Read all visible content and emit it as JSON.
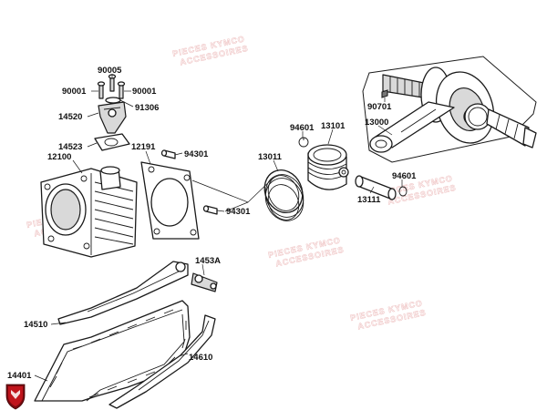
{
  "colors": {
    "stroke": "#1a1a1a",
    "watermark": "#f0c8c8",
    "logo_red": "#c0141c",
    "logo_dark": "#7a0a0f"
  },
  "logo": {
    "icon": "kymco-shield-logo-icon"
  },
  "watermark": {
    "line1": "PIECES KYMCO",
    "line2": "ACCESSOIRES"
  },
  "labels": [
    "90005",
    "90001",
    "90001",
    "91306",
    "14520",
    "14523",
    "12100",
    "12191",
    "94301",
    "94301",
    "13011",
    "94601",
    "13101",
    "90701",
    "13000",
    "94601",
    "13111",
    "1453A",
    "14510",
    "14610",
    "14401"
  ]
}
